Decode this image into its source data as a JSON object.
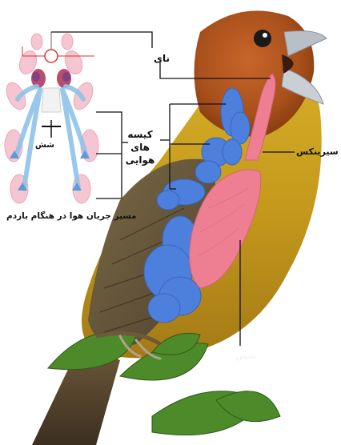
{
  "labels": {
    "trachea": "نای",
    "air_sacs": "کیسه های هوایی",
    "syrinx": "سیرینکس",
    "lung_small": "شش",
    "lung_bird": "شش",
    "exhale_caption": "مسیر جریان هوا در هنگام بازدم"
  },
  "colors": {
    "air_sac_blue": "#4d7fdc",
    "lung_pink": "#ee7f93",
    "bird_head": "#b8541a",
    "bird_body": "#c9a21b"
  }
}
